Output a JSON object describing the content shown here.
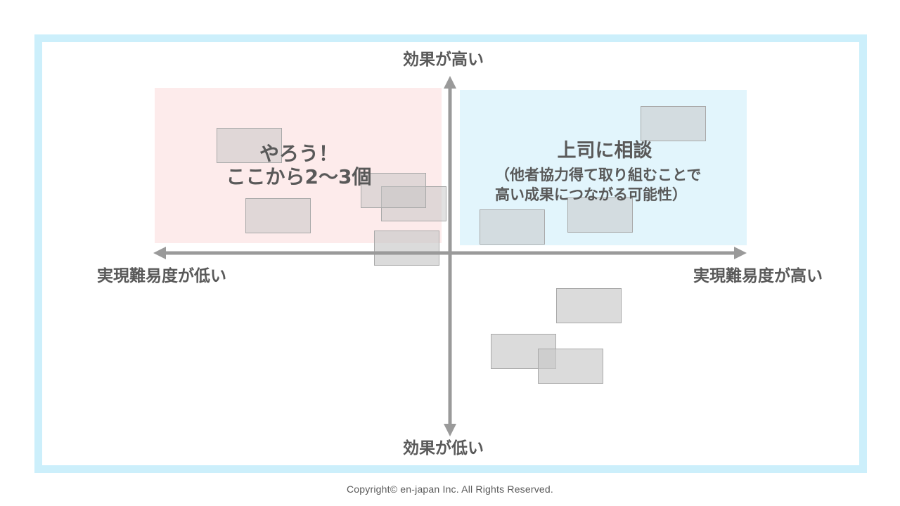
{
  "axes": {
    "top_label": "効果が高い",
    "bottom_label": "効果が低い",
    "left_label": "実現難易度が低い",
    "right_label": "実現難易度が高い"
  },
  "quadrants": {
    "top_left": {
      "title_line1": "やろう！",
      "title_line2": "ここから2～3個"
    },
    "top_right": {
      "title": "上司に相談",
      "subtitle_line1": "（他者協力得て取り組むことで",
      "subtitle_line2": "高い成果につながる可能性）"
    }
  },
  "colors": {
    "frame": "#cceffb",
    "zone_left": "#fdebeb",
    "zone_right": "#e2f5fc",
    "axis": "#9a9a9a",
    "text": "#595959"
  },
  "footer": {
    "copyright": "Copyright© en-japan Inc. All Rights Reserved."
  }
}
